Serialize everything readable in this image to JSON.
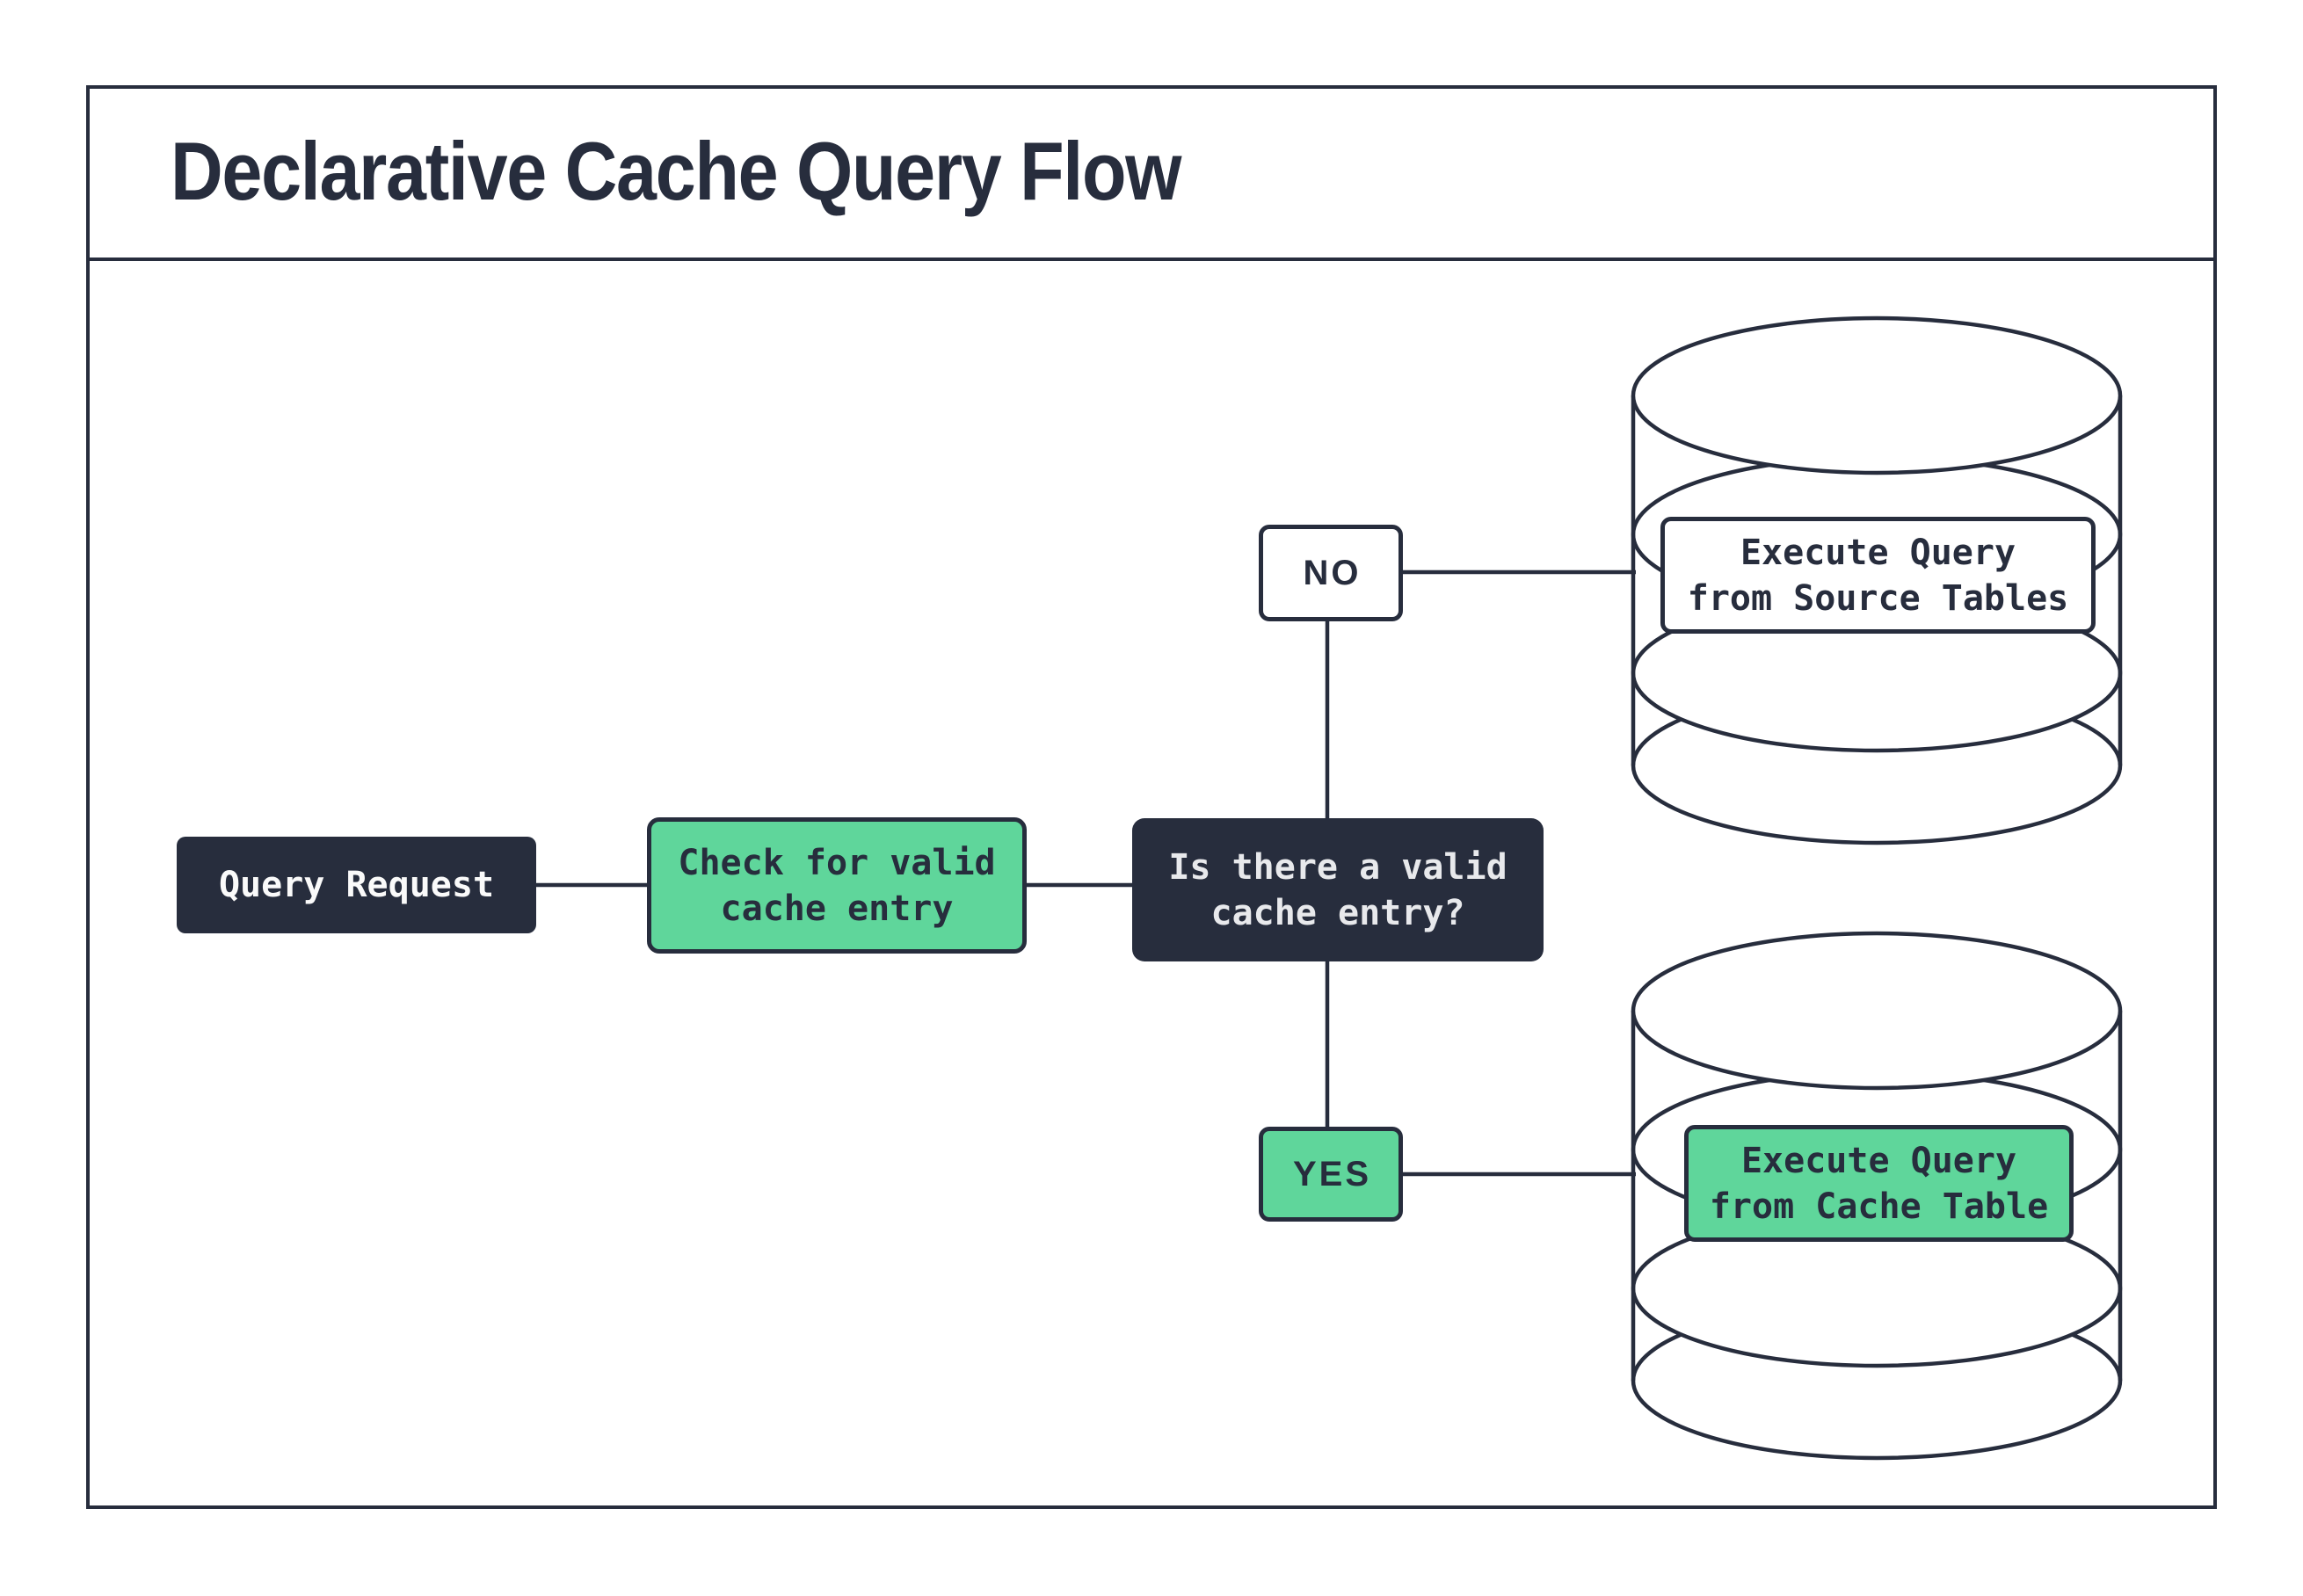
{
  "title": "Declarative Cache Query Flow",
  "colors": {
    "ink": "#272D3D",
    "green": "#5FD69B",
    "surface": "#FFFFFF",
    "decision_text": "#E8E9EC"
  },
  "nodes": {
    "query_request": {
      "label": "Query Request"
    },
    "check_cache": {
      "label": "Check for valid\ncache entry"
    },
    "decision": {
      "label": "Is there a valid\ncache entry?"
    },
    "no_branch": {
      "label": "NO"
    },
    "yes_branch": {
      "label": "YES"
    },
    "execute_source": {
      "label": "Execute Query\nfrom Source Tables"
    },
    "execute_cache": {
      "label": "Execute Query\nfrom Cache Table"
    }
  }
}
